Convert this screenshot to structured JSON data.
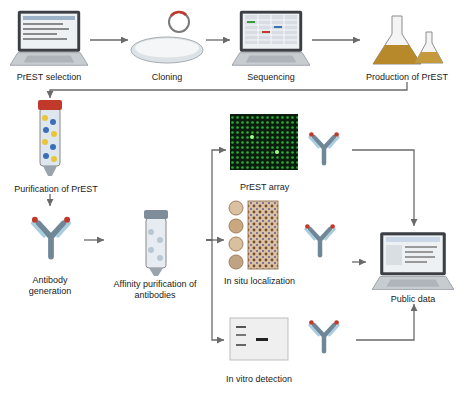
{
  "diagram": {
    "nodes": [
      {
        "text": [
          "PrEST selection"
        ]
      },
      {
        "text": [
          "Cloning"
        ]
      },
      {
        "text": [
          "Sequencing"
        ]
      },
      {
        "text": [
          "Production of PrEST"
        ]
      },
      {
        "text": [
          "Purification of PrEST"
        ]
      },
      {
        "text": [
          "Antibody generation"
        ]
      },
      {
        "text": [
          "Affinity purification of antibodies"
        ]
      },
      {
        "text": [
          "PrEST array"
        ]
      },
      {
        "text": [
          "In situ localization"
        ]
      },
      {
        "text": [
          "In vitro detection"
        ]
      },
      {
        "text": [
          "Public data"
        ]
      }
    ],
    "edges": [
      {
        "from": 0,
        "to": 1,
        "arrow": "to"
      },
      {
        "from": 1,
        "to": 2,
        "arrow": "to"
      },
      {
        "from": 2,
        "to": 3,
        "arrow": "to"
      },
      {
        "from": 3,
        "to": 4,
        "arrow": "to"
      },
      {
        "from": 4,
        "to": 5,
        "arrow": "to"
      },
      {
        "from": 5,
        "to": 6,
        "arrow": "to"
      },
      {
        "from": 6,
        "to": 7,
        "arrow": "to"
      },
      {
        "from": 6,
        "to": 8,
        "arrow": "to"
      },
      {
        "from": 6,
        "to": 9,
        "arrow": "to"
      },
      {
        "from": 7,
        "to": 10,
        "arrow": "to"
      },
      {
        "from": 8,
        "to": 10,
        "arrow": "to"
      },
      {
        "from": 9,
        "to": 10,
        "arrow": "to"
      }
    ]
  }
}
